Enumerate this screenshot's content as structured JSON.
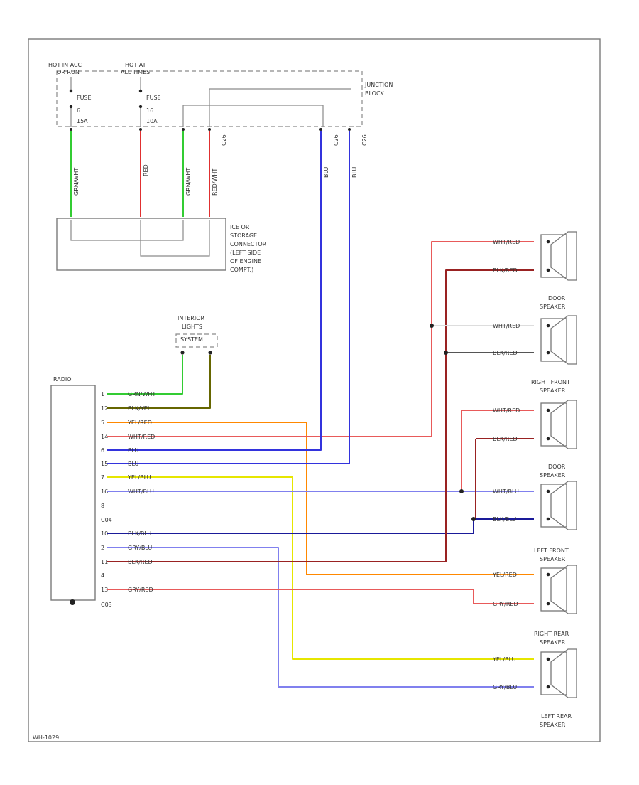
{
  "labels": {
    "hot_acc_1": "HOT IN ACC",
    "hot_acc_2": "OR RUN",
    "hot_at_1": "HOT AT",
    "hot_at_2": "ALL TIMES",
    "fuse6_1": "FUSE",
    "fuse6_2": "6",
    "fuse6_3": "15A",
    "fuse16_1": "FUSE",
    "fuse16_2": "16",
    "fuse16_3": "10A",
    "jb_1": "JUNCTION",
    "jb_2": "BLOCK",
    "conn_a": "C26",
    "conn_b": "C26",
    "conn_c": "C26",
    "storage_1": "ICE OR",
    "storage_2": "STORAGE",
    "storage_3": "CONNECTOR",
    "storage_4": "(LEFT SIDE",
    "storage_5": "OF ENGINE",
    "storage_6": "COMPT.)",
    "interior_1": "INTERIOR",
    "interior_2": "LIGHTS",
    "interior_3": "SYSTEM",
    "radio": "RADIO",
    "c04": "C04",
    "c03": "C03",
    "spk1_1": "DOOR",
    "spk1_2": "SPEAKER",
    "spk2_1": "RIGHT FRONT",
    "spk2_2": "SPEAKER",
    "spk3_1": "DOOR",
    "spk3_2": "SPEAKER",
    "spk4_1": "LEFT FRONT",
    "spk4_2": "SPEAKER",
    "spk5_1": "RIGHT REAR",
    "spk5_2": "SPEAKER",
    "spk6_1": "LEFT REAR",
    "spk6_2": "SPEAKER",
    "footer_code": "WH-1029"
  },
  "wire_labels": {
    "v1": "GRN/WHT",
    "v2": "RED",
    "v3": "GRN/WHT",
    "v4": "RED/WHT",
    "v5": "BLU",
    "v6": "BLU",
    "r1": "GRN/WHT",
    "r2": "BLK/YEL",
    "r3": "YEL/RED",
    "r4": "WHT/RED",
    "r5": "BLU",
    "r6": "BLU",
    "r7": "YEL/BLU",
    "r8": "WHT/BLU",
    "r9": "BLK/BLU",
    "r10": "GRY/BLU",
    "r11": "BLK/RED",
    "r12": "GRY/RED",
    "s1": "WHT/RED",
    "s2": "BLK/RED",
    "s3": "WHT/RED",
    "s4": "BLK/RED",
    "s5": "WHT/RED",
    "s6": "BLK/RED",
    "s7": "WHT/BLU",
    "s8": "BLK/BLU",
    "s9": "YEL/RED",
    "s10": "GRY/RED",
    "s11": "YEL/BLU",
    "s12": "GRY/BLU"
  },
  "pins": {
    "p1": "1",
    "p2": "12",
    "p3": "5",
    "p4": "14",
    "p5": "6",
    "p6": "15",
    "p7": "7",
    "p8": "16",
    "p9": "8",
    "p10": "10",
    "p11": "2",
    "p12": "11",
    "p13": "4",
    "p14": "13"
  },
  "colors": {
    "green": "#33cc33",
    "red": "#e03030",
    "blue": "#3333dd",
    "olive": "#666600",
    "orange": "#ff8800",
    "pink": "#e85a5a",
    "yellow": "#e6e600",
    "light_blue": "#8080ee",
    "dark_blue": "#1a1a99",
    "dark_red": "#992222",
    "gray": "#999999"
  }
}
